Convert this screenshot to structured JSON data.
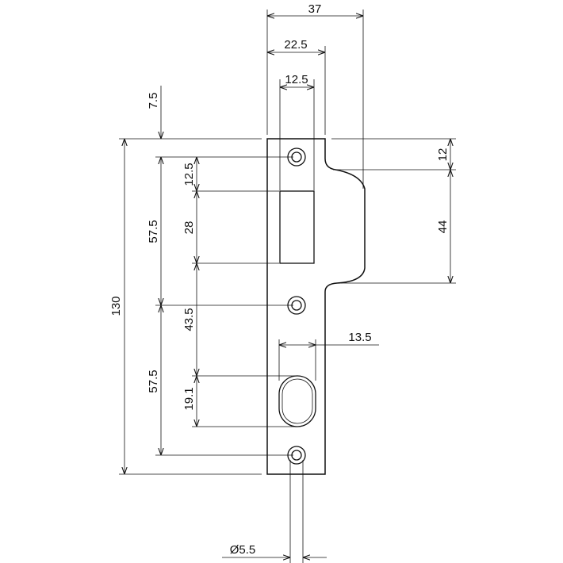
{
  "colors": {
    "line": "#111111",
    "background": "#ffffff"
  },
  "dimensions": {
    "width_total": "37",
    "width_to_hole_edge": "22.5",
    "width_to_hole_center": "12.5",
    "top_offset": "7.5",
    "lip_top": "12",
    "lip_height": "44",
    "hole_to_window": "12.5",
    "window_height": "28",
    "pitch_upper": "57.5",
    "window_to_hole": "43.5",
    "overall_height": "130",
    "pitch_lower": "57.5",
    "slot_width": "13.5",
    "slot_height": "19.1",
    "hole_diameter": "Ø5.5"
  }
}
